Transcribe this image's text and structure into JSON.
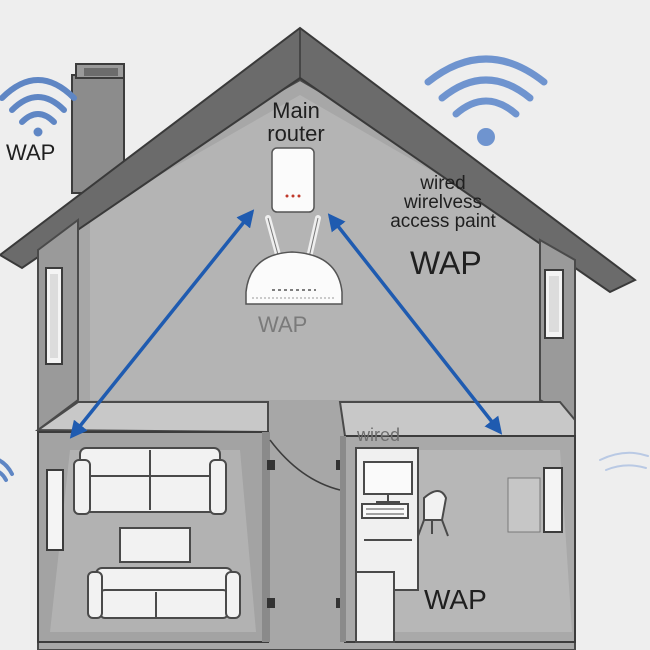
{
  "labels": {
    "wap_top_left": "WAP",
    "main_router": "Main\nrouter",
    "wired_wireless": "wired\nwirelvess\naccess paint",
    "wap_upper_right": "WAP",
    "wap_center": "WAP",
    "wired_office": "wired",
    "wap_bottom_right": "WAP"
  },
  "colors": {
    "background": "#eeeeee",
    "roof": "#6b6b6b",
    "wall_fill": "#a9a9a9",
    "floor_fill": "#c4c4c4",
    "arrow": "#1f5bb0",
    "wifi": "#5f86c4",
    "outline": "#3c3c3c"
  },
  "icons": [
    "wifi-signal-icon",
    "router-icon",
    "sofa-icon",
    "desk-icon",
    "chair-icon",
    "window-icon",
    "chimney"
  ]
}
